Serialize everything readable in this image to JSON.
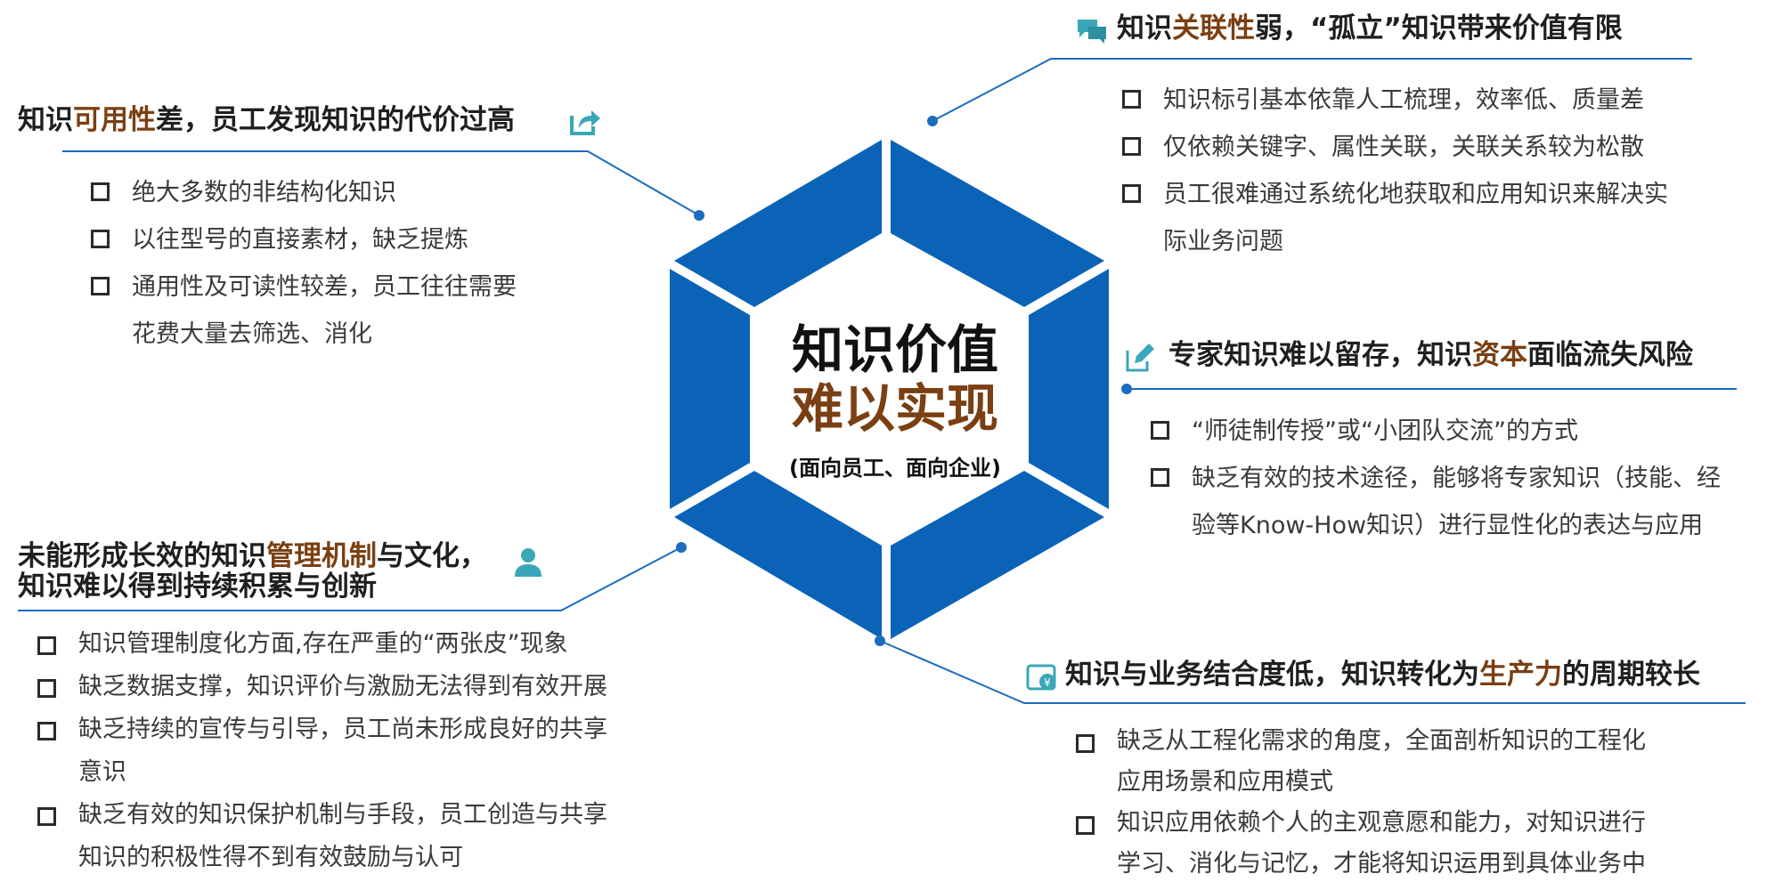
{
  "center": {
    "line1": "知识价值",
    "line2": "难以实现",
    "sub": "(面向员工、面向企业)"
  },
  "colors": {
    "hex_blue": "#0b63b8",
    "accent_brown": "#7a3f12",
    "line_blue": "#1b6cc0",
    "icon_teal": "#3aa7b8"
  },
  "blocks": {
    "tl": {
      "icon": "share-icon",
      "title_pre": "知识",
      "title_hl": "可用性",
      "title_post": "差，员工发现知识的代价过高",
      "items": [
        [
          "绝大多数的非结构化知识"
        ],
        [
          "以往型号的直接素材，缺乏提炼"
        ],
        [
          "通用性及可读性较差，员工往往需要",
          "花费大量去筛选、消化"
        ]
      ]
    },
    "tr": {
      "icon": "chat-icon",
      "title_pre": "知识",
      "title_hl": "关联性",
      "title_post": "弱，“孤立”知识带来价值有限",
      "items": [
        [
          "知识标引基本依靠人工梳理，效率低、质量差"
        ],
        [
          "仅依赖关键字、属性关联，关联关系较为松散"
        ],
        [
          "员工很难通过系统化地获取和应用知识来解决实",
          "际业务问题"
        ]
      ]
    },
    "mr": {
      "icon": "edit-icon",
      "title_pre": "专家知识难以留存，知识",
      "title_hl": "资本",
      "title_post": "面临流失风险",
      "items": [
        [
          "“师徒制传授”或“小团队交流”的方式"
        ],
        [
          "缺乏有效的技术途径，能够将专家知识（技能、经",
          "验等Know-How知识）进行显性化的表达与应用"
        ]
      ]
    },
    "bl": {
      "icon": "user-icon",
      "title_pre": "未能形成长效的知识",
      "title_hl": "管理机制",
      "title_post": "与文化，",
      "title_line2": "知识难以得到持续积累与创新",
      "items": [
        [
          "知识管理制度化方面,存在严重的“两张皮”现象"
        ],
        [
          "缺乏数据支撑，知识评价与激励无法得到有效开展"
        ],
        [
          "缺乏持续的宣传与引导，员工尚未形成良好的共享",
          "意识"
        ],
        [
          "缺乏有效的知识保护机制与手段，员工创造与共享",
          "知识的积极性得不到有效鼓励与认可"
        ]
      ]
    },
    "br": {
      "icon": "money-icon",
      "title_pre": "知识与业务结合度低，知识转化为",
      "title_hl": "生产力",
      "title_post": "的周期较长",
      "items": [
        [
          "缺乏从工程化需求的角度，全面剖析知识的工程化",
          "应用场景和应用模式"
        ],
        [
          "知识应用依赖个人的主观意愿和能力，对知识进行",
          "学习、消化与记忆，才能将知识运用到具体业务中"
        ]
      ]
    }
  }
}
